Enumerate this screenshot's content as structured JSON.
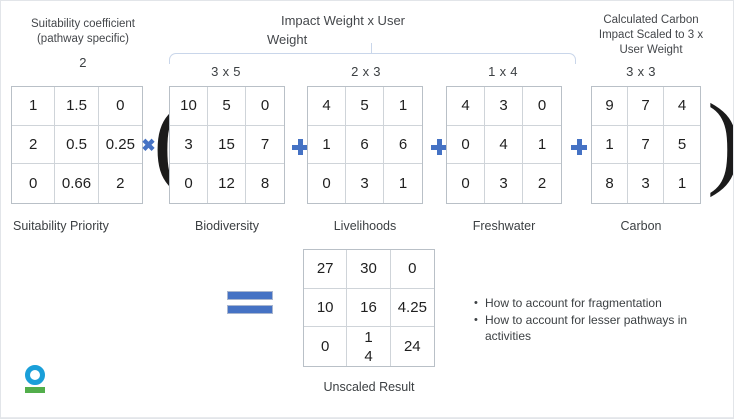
{
  "diagram": {
    "title_annotations": {
      "left_caption": "Suitability coefficient\n(pathway specific)",
      "left_caption_line1": "Suitability coefficient",
      "left_caption_line2": "(pathway specific)",
      "left_coefficient": "2",
      "center_caption_line1": "Impact Weight x User",
      "center_caption_line2": "Weight",
      "right_caption_line1": "Calculated Carbon",
      "right_caption_line2": "Impact Scaled to 3 x",
      "right_caption_line3": "User Weight"
    },
    "dimension_labels": {
      "biodiversity": "3 x 5",
      "livelihoods": "2 x 3",
      "freshwater": "1 x 4",
      "carbon": "3 x 3"
    },
    "matrices": [
      {
        "id": "suitability-priority",
        "name": "Suitability Priority",
        "rows": [
          [
            "1",
            "1.5",
            "0"
          ],
          [
            "2",
            "0.5",
            "0.25"
          ],
          [
            "0",
            "0.66",
            "2"
          ]
        ]
      },
      {
        "id": "biodiversity",
        "name": "Biodiversity",
        "rows": [
          [
            "10",
            "5",
            "0"
          ],
          [
            "3",
            "15",
            "7"
          ],
          [
            "0",
            "12",
            "8"
          ]
        ]
      },
      {
        "id": "livelihoods",
        "name": "Livelihoods",
        "rows": [
          [
            "4",
            "5",
            "1"
          ],
          [
            "1",
            "6",
            "6"
          ],
          [
            "0",
            "3",
            "1"
          ]
        ]
      },
      {
        "id": "freshwater",
        "name": "Freshwater",
        "rows": [
          [
            "4",
            "3",
            "0"
          ],
          [
            "0",
            "4",
            "1"
          ],
          [
            "0",
            "3",
            "2"
          ]
        ]
      },
      {
        "id": "carbon",
        "name": "Carbon",
        "rows": [
          [
            "9",
            "7",
            "4"
          ],
          [
            "1",
            "7",
            "5"
          ],
          [
            "8",
            "3",
            "1"
          ]
        ]
      }
    ],
    "result": {
      "id": "unscaled-result",
      "name": "Unscaled Result",
      "rows": [
        [
          "27",
          "30",
          "0"
        ],
        [
          "10",
          "16",
          "4.25"
        ],
        [
          "0",
          "14",
          "24"
        ]
      ]
    },
    "operators": {
      "multiply": "✖",
      "plus": "+",
      "equals": "=",
      "paren_open": "(",
      "paren_close": ")"
    },
    "notes": [
      "How to account for fragmentation",
      "How to account for lesser pathways in activities"
    ],
    "notes_wrapped": [
      "How to account for fragmentation",
      "How to account for lesser",
      "pathways in activities"
    ],
    "colors": {
      "operator_blue": "#4572c4",
      "logo_blue": "#1a9fd9",
      "logo_green": "#52ae4b",
      "brace": "#c9d6ea",
      "matrix_border": "#b9c0c7"
    }
  }
}
